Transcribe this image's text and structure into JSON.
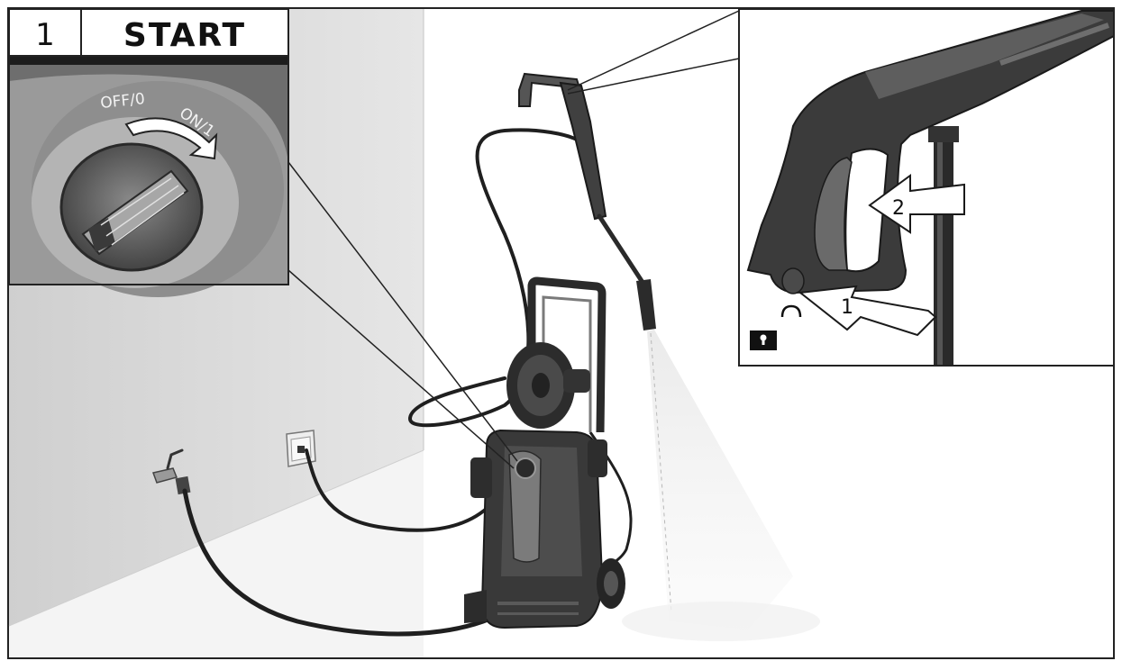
{
  "step": {
    "number": "1",
    "title": "START"
  },
  "switch_inset": {
    "label_off": "OFF/0",
    "label_on": "ON/1"
  },
  "trigger_inset": {
    "arrow_1_label": "1",
    "arrow_2_label": "2",
    "lock_icon": "padlock-icon"
  },
  "colors": {
    "frame": "#222222",
    "machine": "#3a3a3a",
    "machine_light": "#6e6e6e",
    "wall": "#d9d9d9",
    "floor": "#efefef"
  }
}
